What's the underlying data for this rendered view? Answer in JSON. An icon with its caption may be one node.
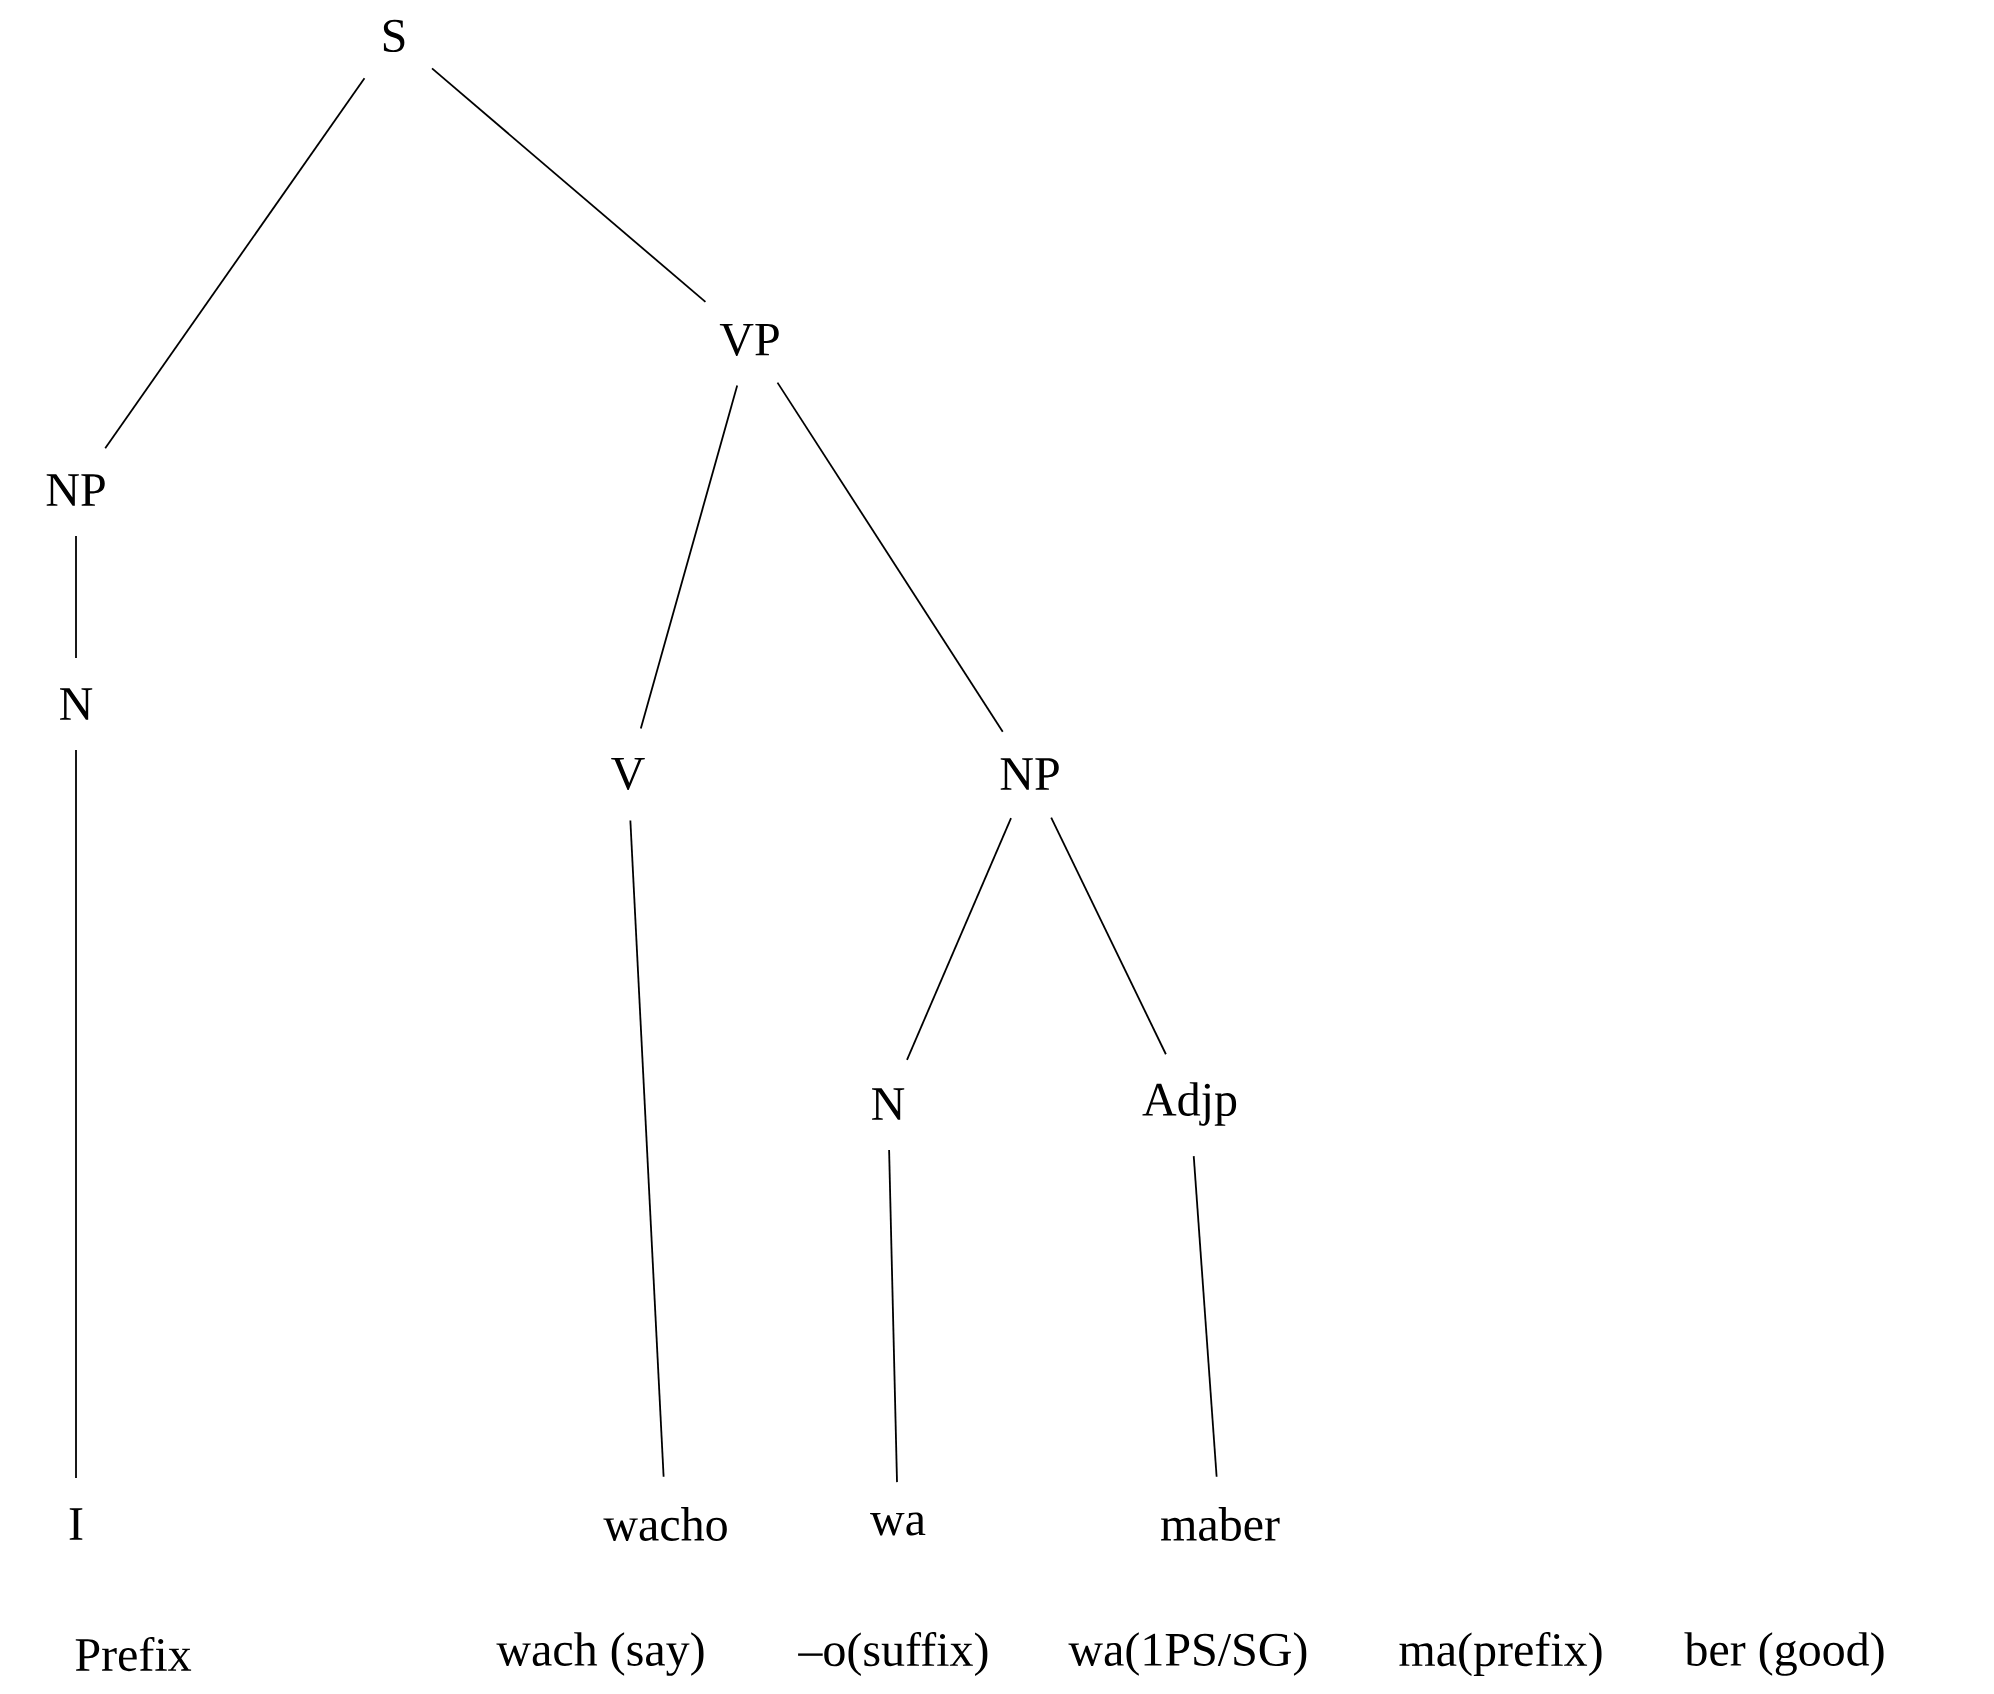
{
  "diagram": {
    "nodes": [
      {
        "text": [
          "S"
        ]
      },
      {
        "text": [
          "NP"
        ]
      },
      {
        "text": [
          "VP"
        ]
      },
      {
        "text": [
          "N"
        ]
      },
      {
        "text": [
          "V"
        ]
      },
      {
        "text": [
          "NP"
        ]
      },
      {
        "text": [
          "I"
        ]
      },
      {
        "text": [
          "N"
        ]
      },
      {
        "text": [
          "Adjp"
        ]
      },
      {
        "text": [
          "wacho"
        ]
      },
      {
        "text": [
          "wa"
        ]
      },
      {
        "text": [
          "maber"
        ]
      }
    ],
    "edges": [
      {
        "from": 0,
        "to": 1,
        "arrow": "none"
      },
      {
        "from": 0,
        "to": 2,
        "arrow": "none"
      },
      {
        "from": 1,
        "to": 3,
        "arrow": "none"
      },
      {
        "from": 2,
        "to": 4,
        "arrow": "none"
      },
      {
        "from": 2,
        "to": 5,
        "arrow": "none"
      },
      {
        "from": 3,
        "to": 6,
        "arrow": "none"
      },
      {
        "from": 4,
        "to": 9,
        "arrow": "none"
      },
      {
        "from": 5,
        "to": 7,
        "arrow": "none"
      },
      {
        "from": 5,
        "to": 8,
        "arrow": "none"
      },
      {
        "from": 7,
        "to": 10,
        "arrow": "none"
      },
      {
        "from": 8,
        "to": 11,
        "arrow": "none"
      }
    ],
    "labels": [
      "Prefix",
      "wach (say)",
      "–o(suffix)",
      "wa(1PS/SG)",
      "ma(prefix)",
      "ber (good)"
    ]
  }
}
